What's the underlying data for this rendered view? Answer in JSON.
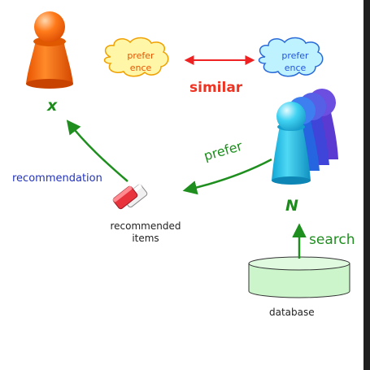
{
  "labels": {
    "target_user": "x",
    "neighbors": "N",
    "similar": "similar",
    "prefer": "prefer",
    "search": "search",
    "recommendation": "recommendation",
    "recommended_items_line1": "recommended",
    "recommended_items_line2": "items",
    "database": "database"
  },
  "clouds": {
    "left": {
      "line1": "prefer",
      "line2": "ence"
    },
    "right": {
      "line1": "prefer",
      "line2": "ence"
    }
  },
  "colors": {
    "target_user": "#ff6a00",
    "neighbor_front": "#22c6ee",
    "neighbor_back": "#5a3ad0",
    "arrow_green": "#1e8f1e",
    "arrow_red": "#ee2222",
    "cloud_left_fill": "#fff6a8",
    "cloud_right_fill": "#bff2ff",
    "database_fill": "#ccf5cc"
  }
}
